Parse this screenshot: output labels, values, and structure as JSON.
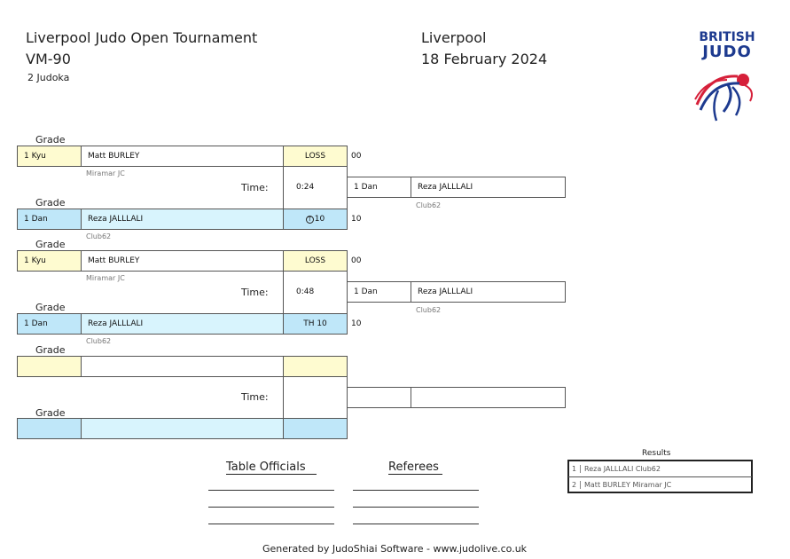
{
  "header": {
    "title": "Liverpool Judo Open Tournament",
    "category": "VM-90",
    "judoka_count": "2 Judoka",
    "location": "Liverpool",
    "date": "18 February 2024"
  },
  "logo": {
    "line1": "BRITISH",
    "line2": "JUDO"
  },
  "labels": {
    "grade": "Grade",
    "time": "Time:"
  },
  "matches": [
    {
      "top": {
        "grade": "1 Kyu",
        "name": "Matt BURLEY",
        "club": "Miramar JC",
        "result": "LOSS",
        "score": "00"
      },
      "bottom": {
        "grade": "1 Dan",
        "name": "Reza JALLLALI",
        "club": "Club62",
        "result": "10",
        "score": "10"
      },
      "time": "0:24",
      "winner": {
        "grade": "1 Dan",
        "name": "Reza JALLLALI",
        "club": "Club62"
      }
    },
    {
      "top": {
        "grade": "1 Kyu",
        "name": "Matt BURLEY",
        "club": "Miramar JC",
        "result": "LOSS",
        "score": "00"
      },
      "bottom": {
        "grade": "1 Dan",
        "name": "Reza JALLLALI",
        "club": "Club62",
        "result": "TH 10",
        "score": "10"
      },
      "time": "0:48",
      "winner": {
        "grade": "1 Dan",
        "name": "Reza JALLLALI",
        "club": "Club62"
      }
    }
  ],
  "results": {
    "title": "Results",
    "rows": [
      {
        "rank": "1",
        "text": "Reza JALLLALI Club62"
      },
      {
        "rank": "2",
        "text": "Matt BURLEY Miramar JC"
      }
    ]
  },
  "footer": {
    "table_officials": "Table Officials",
    "referees": "Referees",
    "generated": "Generated by JudoShiai Software - www.judolive.co.uk"
  }
}
